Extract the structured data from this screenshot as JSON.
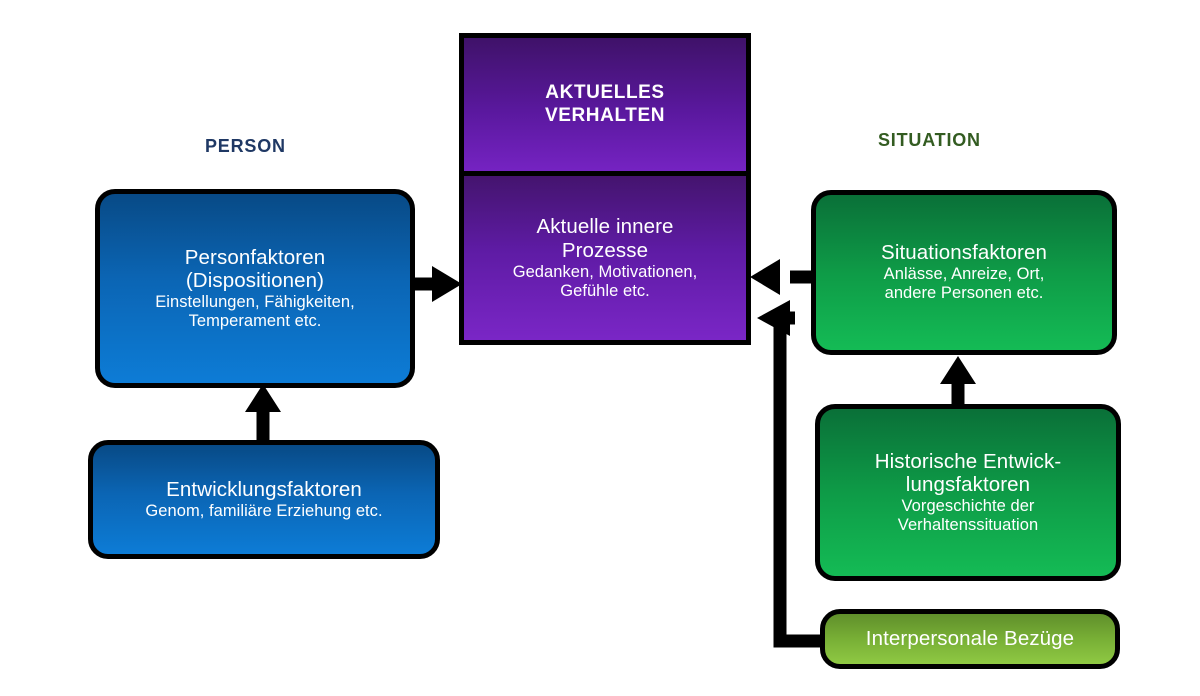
{
  "diagram": {
    "title_person": "PERSON",
    "title_situation": "SITUATION",
    "nodes": {
      "behaviour_header": {
        "line1": "AKTUELLES",
        "line2": "VERHALTEN",
        "color": "#5a189e"
      },
      "behaviour_body": {
        "line1": "Aktuelle innere",
        "line2": "Prozesse",
        "sub1": "Gedanken, Motivationen,",
        "sub2": "Gefühle etc.",
        "color": "#7a26c6"
      },
      "person_factors": {
        "line1": "Personfaktoren",
        "line2": "(Dispositionen)",
        "sub1": "Einstellungen, Fähigkeiten,",
        "sub2": "Temperament etc.",
        "color": "#0b65b4"
      },
      "development_factors": {
        "line1": "Entwicklungsfaktoren",
        "sub1": "Genom, familiäre Erziehung etc.",
        "color": "#0b65b4"
      },
      "situation_factors": {
        "line1": "Situationsfaktoren",
        "sub1": "Anlässe, Anreize, Ort,",
        "sub2": "andere Personen etc.",
        "color": "#0e9b47"
      },
      "historic_factors": {
        "line1": "Historische Entwick-",
        "line2": "lungsfaktoren",
        "sub1": "Vorgeschichte der",
        "sub2": "Verhaltenssituation",
        "color": "#0e9b47"
      },
      "interpersonal": {
        "line1": "Interpersonale Bezüge",
        "color": "#8fc943"
      }
    },
    "edges": [
      {
        "name": "person-to-behaviour",
        "from": "person_factors",
        "to": "behaviour_body",
        "direction": "right"
      },
      {
        "name": "development-to-person",
        "from": "development_factors",
        "to": "person_factors",
        "direction": "up"
      },
      {
        "name": "situation-to-behaviour",
        "from": "situation_factors",
        "to": "behaviour_body",
        "direction": "left"
      },
      {
        "name": "historic-to-situation",
        "from": "historic_factors",
        "to": "situation_factors",
        "direction": "up"
      },
      {
        "name": "interpersonal-to-behaviour",
        "from": "interpersonal",
        "to": "behaviour_body",
        "direction": "left-elbow"
      }
    ],
    "colors": {
      "background": "#ffffff",
      "outline": "#000000",
      "caption_person": "#1f3864",
      "caption_situation": "#335c21",
      "text": "#ffffff"
    }
  }
}
